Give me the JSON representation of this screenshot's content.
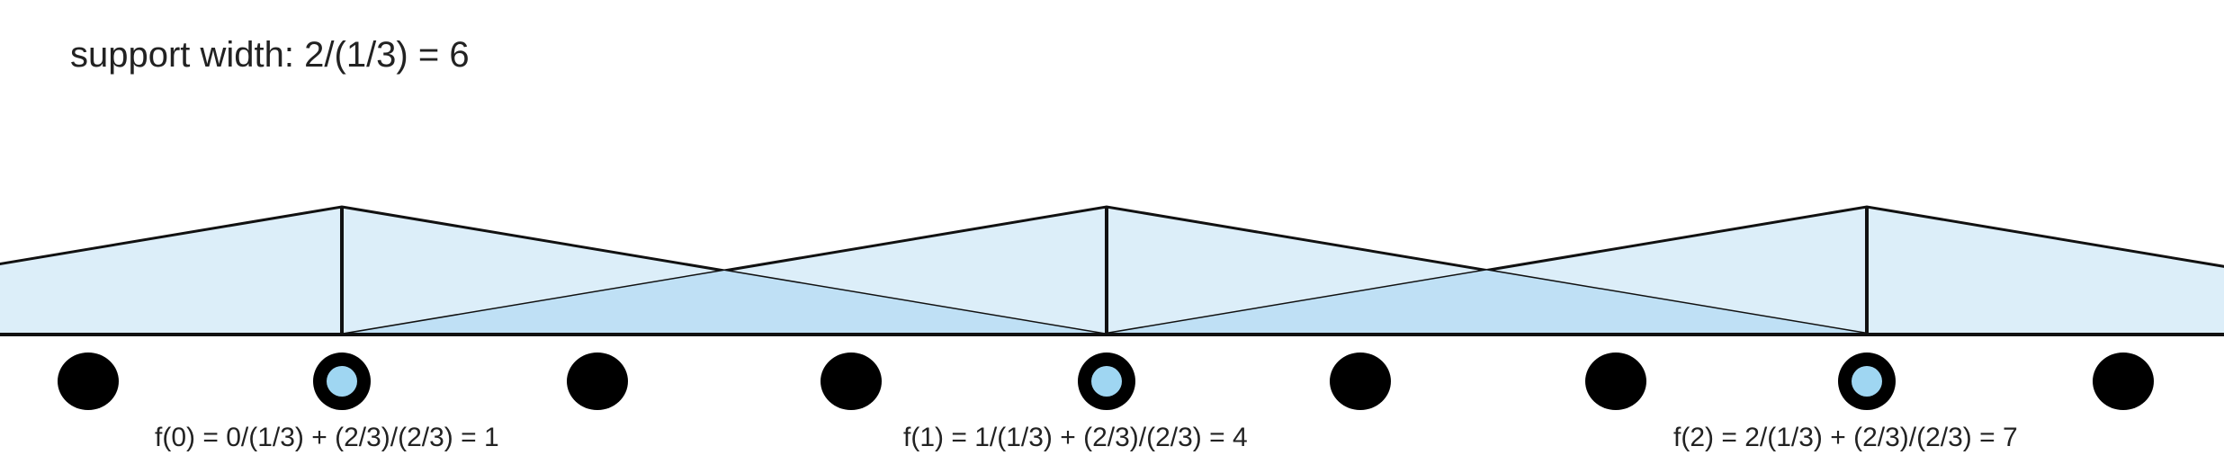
{
  "title": "support width: 2/(1/3) = 6",
  "samples": [
    {
      "kind": "black"
    },
    {
      "kind": "blue"
    },
    {
      "kind": "black"
    },
    {
      "kind": "black"
    },
    {
      "kind": "blue"
    },
    {
      "kind": "black"
    },
    {
      "kind": "black"
    },
    {
      "kind": "blue"
    },
    {
      "kind": "black"
    }
  ],
  "formulas": [
    "f(0) = 0/(1/3) + (2/3)/(2/3) = 1",
    "f(1) = 1/(1/3) + (2/3)/(2/3) = 4",
    "f(2) = 2/(1/3) + (2/3)/(2/3) = 7"
  ],
  "colors": {
    "fill": "#d6ebf8",
    "overlap": "#bfe0f5",
    "stroke": "#111111",
    "dot": "#000000",
    "dot_highlight": "#9fd6f2"
  }
}
